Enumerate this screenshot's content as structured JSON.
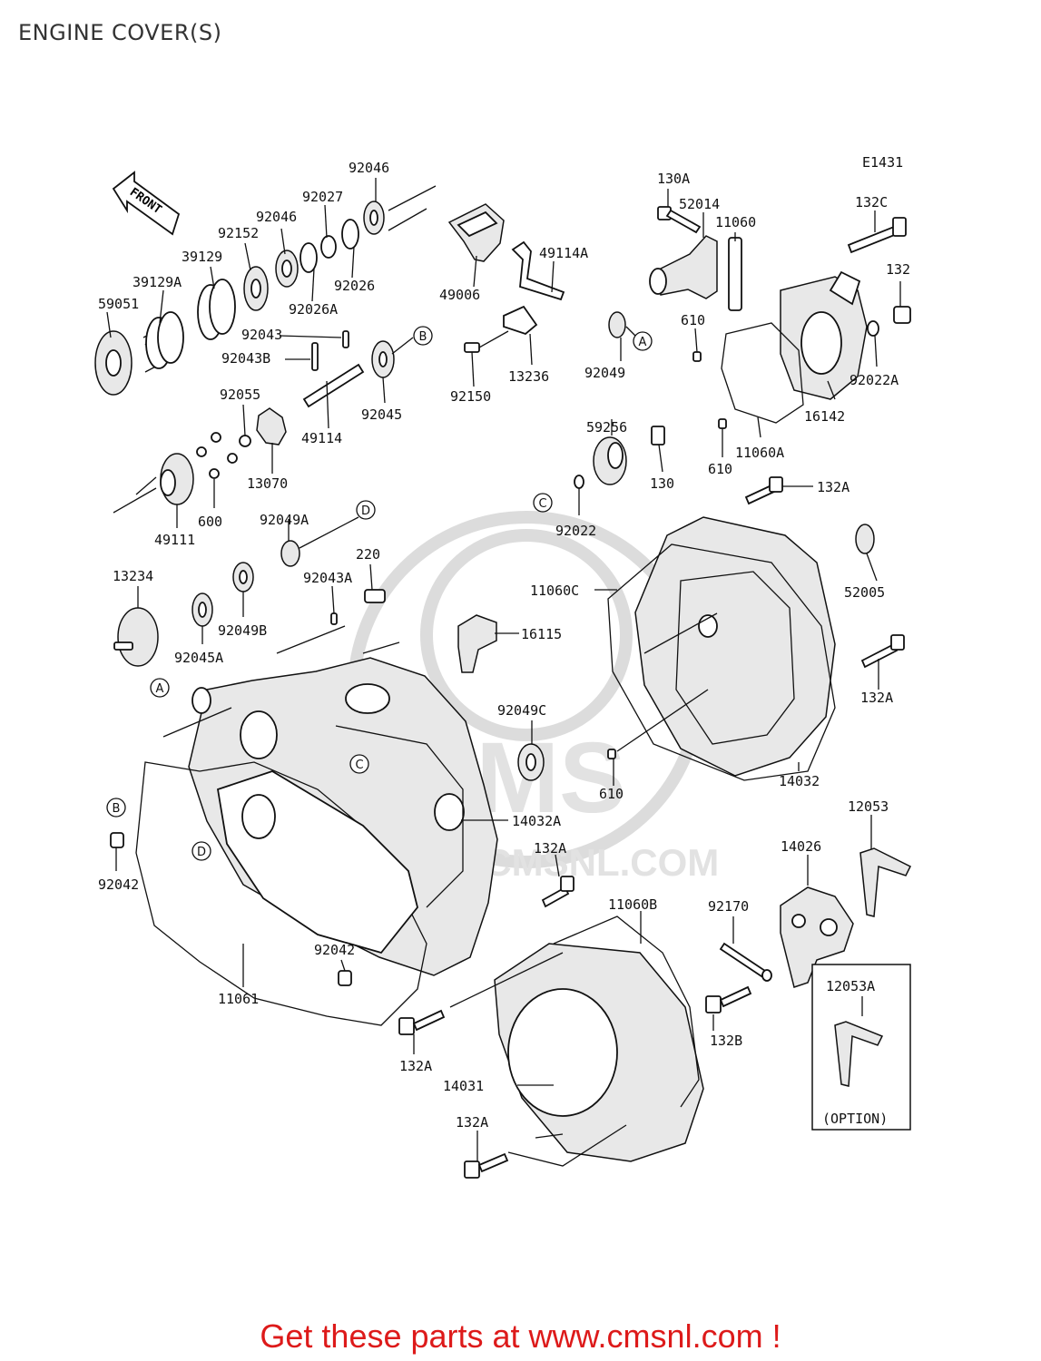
{
  "title": "ENGINE COVER(S)",
  "diagram_code": "E1431",
  "front_label": "FRONT",
  "option_label": "(OPTION)",
  "watermark": {
    "brand": "CMS",
    "url": "WWW.CMSNL.COM"
  },
  "callouts": {
    "a": "A",
    "b": "B",
    "c": "C",
    "d": "D"
  },
  "part_labels": [
    "92046",
    "92027",
    "92046",
    "92152",
    "39129",
    "39129A",
    "59051",
    "92026",
    "92026A",
    "92043",
    "92043B",
    "92055",
    "13070",
    "49114",
    "92045",
    "600",
    "49111",
    "49006",
    "49114A",
    "13236",
    "92150",
    "92049",
    "59256",
    "130",
    "92022",
    "130A",
    "52014",
    "11060",
    "132C",
    "132",
    "610",
    "16142",
    "92022A",
    "11060A",
    "610",
    "132A",
    "92049A",
    "220",
    "92043A",
    "16115",
    "13234",
    "92049B",
    "92045A",
    "92049C",
    "11060C",
    "52005",
    "132A",
    "610",
    "14032",
    "14032A",
    "92042",
    "132A",
    "92042",
    "11061",
    "11060B",
    "14026",
    "12053",
    "92170",
    "12053A",
    "132B",
    "132A",
    "14031",
    "132A"
  ],
  "footer": "Get these parts at www.cmsnl.com !"
}
